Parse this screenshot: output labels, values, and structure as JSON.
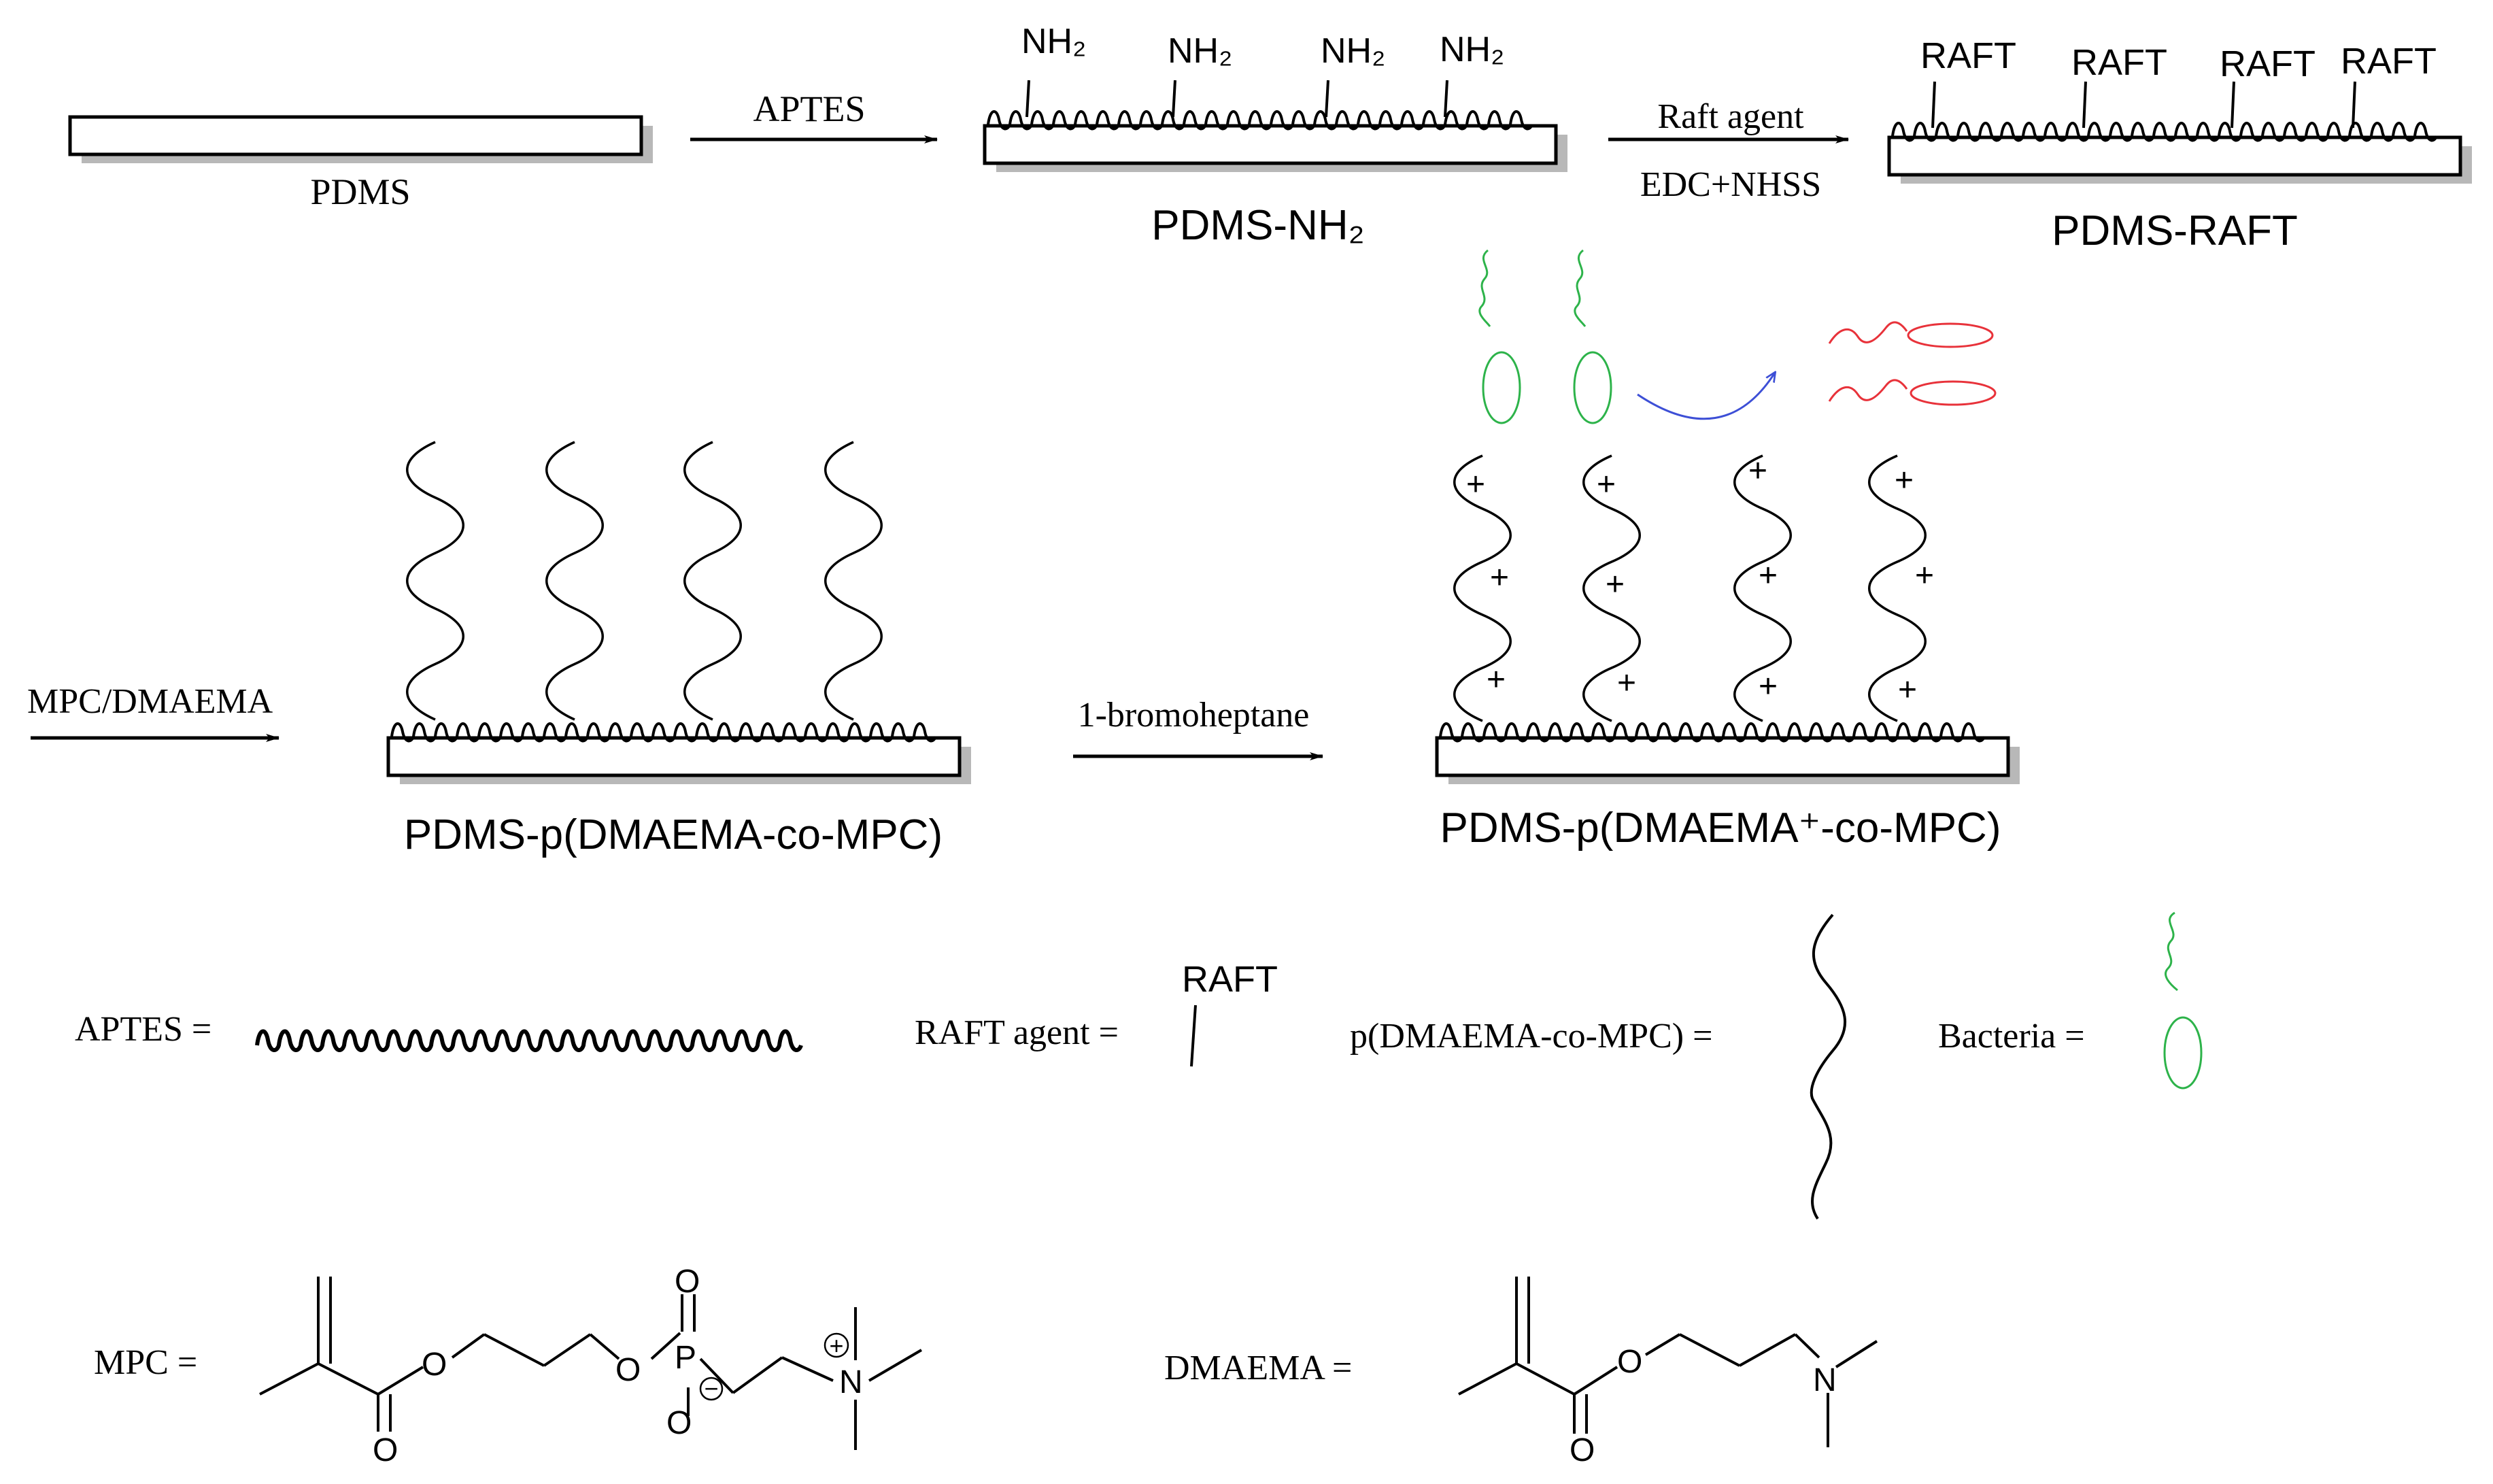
{
  "scheme": {
    "step1": {
      "substrate_label": "PDMS",
      "reagent": "APTES"
    },
    "step2": {
      "product_label": "PDMS-NH₂",
      "group_label": "NH₂",
      "reagent_top": "Raft agent",
      "reagent_bottom": "EDC+NHSS"
    },
    "step3": {
      "product_label": "PDMS-RAFT",
      "group_label": "RAFT"
    },
    "step4": {
      "reagent": "MPC/DMAEMA",
      "product_label": "PDMS-p(DMAEMA-co-MPC)"
    },
    "step5": {
      "reagent": "1-bromoheptane",
      "product_label": "PDMS-p(DMAEMA⁺-co-MPC)",
      "charge_symbol": "+"
    }
  },
  "legend": {
    "aptes": "APTES =",
    "raft_agent": "RAFT agent =",
    "raft_word": "RAFT",
    "polymer": "p(DMAEMA-co-MPC) =",
    "bacteria": "Bacteria ="
  },
  "structures": {
    "mpc": {
      "label": "MPC =",
      "atoms": {
        "o": "O",
        "p": "P",
        "n": "N",
        "plus": "+",
        "minus": "−"
      }
    },
    "dmaema": {
      "label": "DMAEMA =",
      "atoms": {
        "o": "O",
        "n": "N"
      }
    }
  },
  "colors": {
    "bacteria": "#2db34a",
    "killed_bacteria": "#e8323a",
    "arrow_release": "#3d4fd6",
    "substrate_shadow": "#b8b8b8",
    "ink": "#000000"
  }
}
